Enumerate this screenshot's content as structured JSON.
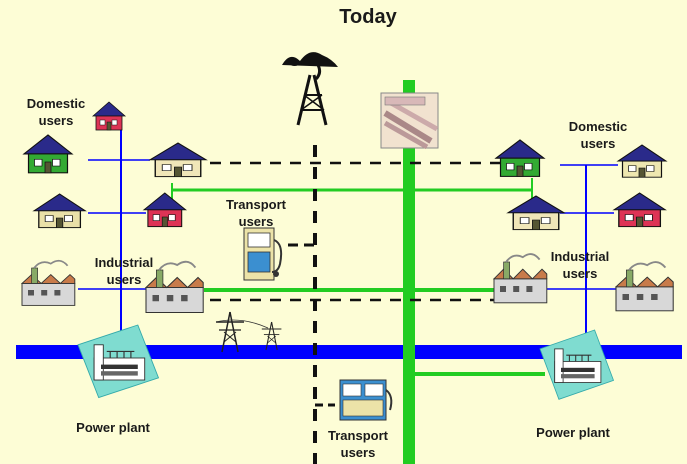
{
  "title": "Today",
  "labels": {
    "domestic_left_1": "Domestic",
    "domestic_left_2": "users",
    "domestic_right_1": "Domestic",
    "domestic_right_2": "users",
    "transport_mid_1": "Transport",
    "transport_mid_2": "users",
    "industrial_left_1": "Industrial",
    "industrial_left_2": "users",
    "industrial_right_1": "Industrial",
    "industrial_right_2": "users",
    "power_left": "Power plant",
    "power_right": "Power plant",
    "transport_bottom_1": "Transport",
    "transport_bottom_2": "users"
  },
  "colors": {
    "background": "#fdfdd6",
    "electricity_line": "#0000ff",
    "gas_line": "#22cc22",
    "oil_line": "#000000",
    "house_green": "#33aa33",
    "house_red": "#dd3355"
  }
}
